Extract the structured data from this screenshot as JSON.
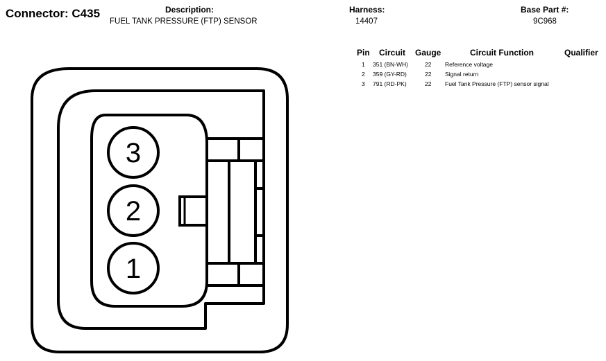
{
  "connector": {
    "title": "Connector: C435"
  },
  "description": {
    "label": "Description:",
    "value": "FUEL TANK PRESSURE (FTP) SENSOR"
  },
  "harness": {
    "label": "Harness:",
    "value": "14407"
  },
  "base_part": {
    "label": "Base Part #:",
    "value": "9C968"
  },
  "pin_table": {
    "headers": {
      "pin": "Pin",
      "circuit": "Circuit",
      "gauge": "Gauge",
      "function": "Circuit Function",
      "qualifier": "Qualifier"
    },
    "rows": [
      {
        "pin": "1",
        "circuit": "351 (BN-WH)",
        "gauge": "22",
        "function": "Reference voltage",
        "qualifier": ""
      },
      {
        "pin": "2",
        "circuit": "359 (GY-RD)",
        "gauge": "22",
        "function": "Signal return",
        "qualifier": ""
      },
      {
        "pin": "3",
        "circuit": "791 (RD-PK)",
        "gauge": "22",
        "function": "Fuel Tank Pressure (FTP) sensor signal",
        "qualifier": ""
      }
    ]
  },
  "diagram": {
    "pin_labels": [
      "3",
      "2",
      "1"
    ]
  }
}
